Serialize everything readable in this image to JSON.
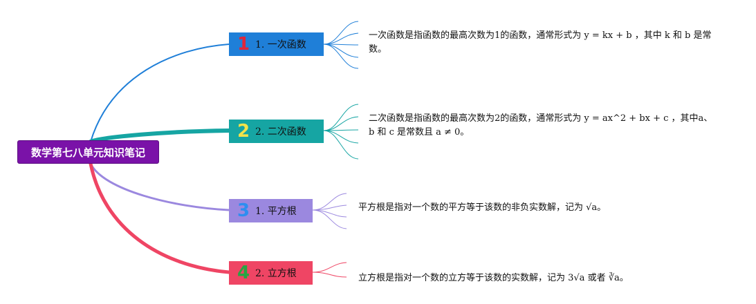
{
  "root": {
    "title": "数学第七八单元知识笔记",
    "color": "#7a12a8"
  },
  "topics": [
    {
      "num": "1",
      "label": "1. 一次函数",
      "color": "#1f7fd8",
      "note": "一次函数是指函数的最高次数为1的函数，通常形式为 y = kx + b ，其中 k 和 b 是常数。"
    },
    {
      "num": "2",
      "label": "2. 二次函数",
      "color": "#16a5a3",
      "note": "二次函数是指函数的最高次数为2的函数，通常形式为 y = ax^2 + bx + c ，其中a、b 和 c 是常数且 a ≠ 0。"
    },
    {
      "num": "3",
      "label": "1. 平方根",
      "color": "#9b88df",
      "note": "平方根是指对一个数的平方等于该数的非负实数解，记为 √a。"
    },
    {
      "num": "4",
      "label": "2. 立方根",
      "color": "#ef4564",
      "note": "立方根是指对一个数的立方等于该数的实数解，记为 3√a 或者 ∛a。"
    }
  ]
}
